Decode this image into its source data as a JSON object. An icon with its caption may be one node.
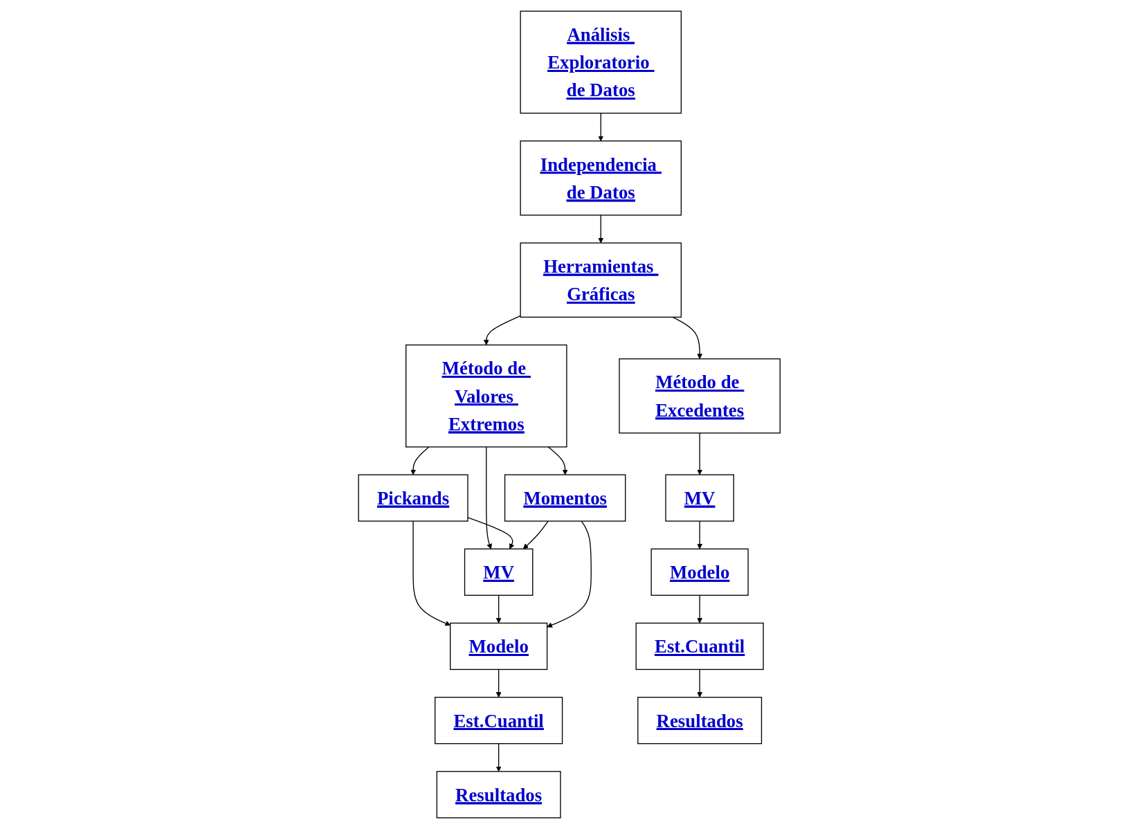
{
  "diagram": {
    "nodes": [
      {
        "text": [
          "Análisis Exploratorio de Datos"
        ]
      },
      {
        "text": [
          "Independencia de Datos"
        ]
      },
      {
        "text": [
          "Herramientas Gráficas"
        ]
      },
      {
        "text": [
          "Método de Valores Extremos"
        ]
      },
      {
        "text": [
          "Método de Excedentes"
        ]
      },
      {
        "text": [
          "Pickands"
        ]
      },
      {
        "text": [
          "MV"
        ]
      },
      {
        "text": [
          "Momentos"
        ]
      },
      {
        "text": [
          "Modelo"
        ]
      },
      {
        "text": [
          "Est.Cuantil"
        ]
      },
      {
        "text": [
          "Resultados"
        ]
      },
      {
        "text": [
          "MV"
        ]
      },
      {
        "text": [
          "Modelo"
        ]
      },
      {
        "text": [
          "Est.Cuantil"
        ]
      },
      {
        "text": [
          "Resultados"
        ]
      }
    ],
    "edges": [
      {
        "from": 0,
        "to": 1,
        "arrow": "to"
      },
      {
        "from": 1,
        "to": 2,
        "arrow": "to"
      },
      {
        "from": 2,
        "to": 3,
        "arrow": "to"
      },
      {
        "from": 2,
        "to": 4,
        "arrow": "to"
      },
      {
        "from": 3,
        "to": 5,
        "arrow": "to"
      },
      {
        "from": 3,
        "to": 6,
        "arrow": "to"
      },
      {
        "from": 3,
        "to": 7,
        "arrow": "to"
      },
      {
        "from": 5,
        "to": 6,
        "arrow": "to"
      },
      {
        "from": 7,
        "to": 6,
        "arrow": "to"
      },
      {
        "from": 5,
        "to": 8,
        "arrow": "to"
      },
      {
        "from": 6,
        "to": 8,
        "arrow": "to"
      },
      {
        "from": 7,
        "to": 8,
        "arrow": "to"
      },
      {
        "from": 8,
        "to": 9,
        "arrow": "to"
      },
      {
        "from": 9,
        "to": 10,
        "arrow": "to"
      },
      {
        "from": 4,
        "to": 11,
        "arrow": "to"
      },
      {
        "from": 11,
        "to": 12,
        "arrow": "to"
      },
      {
        "from": 12,
        "to": 13,
        "arrow": "to"
      },
      {
        "from": 13,
        "to": 14,
        "arrow": "to"
      }
    ]
  }
}
